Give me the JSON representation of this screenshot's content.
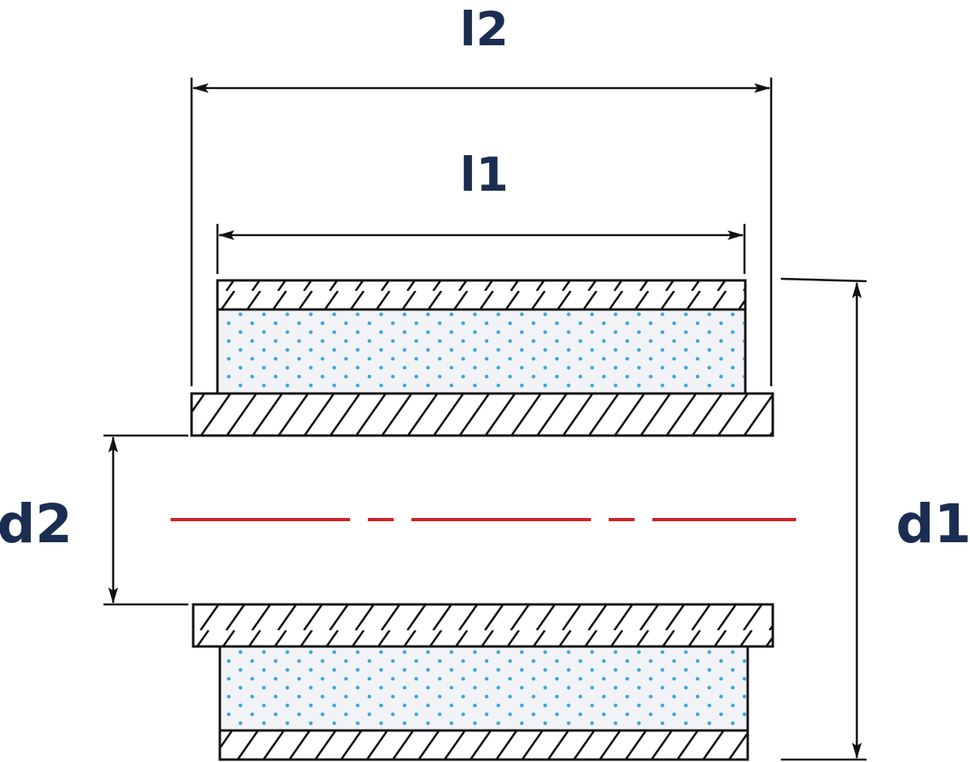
{
  "labels": {
    "l2": "l2",
    "l1": "l1",
    "d2": "d2",
    "d1": "d1"
  },
  "colors": {
    "label_text": "#1b2d52",
    "outline": "#111111",
    "hatch": "#111111",
    "insert_fill": "#f1f3f6",
    "insert_dots": "#3aa7e0",
    "centerline": "#d42027"
  }
}
